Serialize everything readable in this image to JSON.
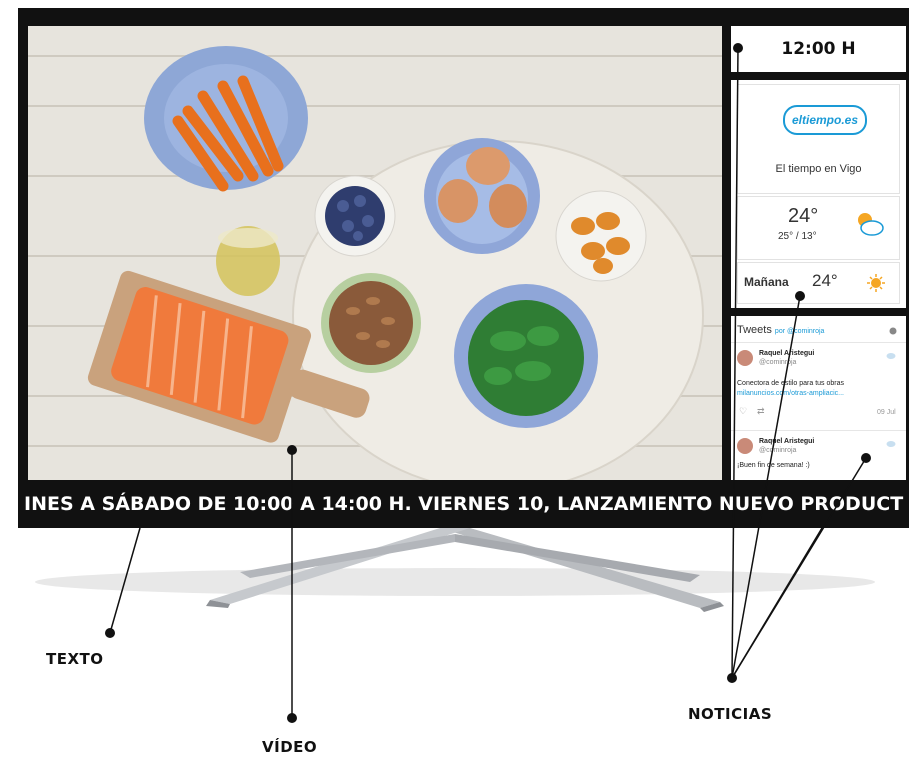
{
  "screen": {
    "clock": "12:00 H",
    "ticker": "INES A SÁBADO DE 10:00 A 14:00 H. VIERNES 10, LANZAMIENTO NUEVO PRODUCT"
  },
  "weather": {
    "logo": "eltiempo.es",
    "city": "El tiempo en Vigo",
    "today_temp": "24°",
    "today_range": "25° / 13°",
    "tomorrow_label": "Mañana",
    "tomorrow_temp": "24°"
  },
  "tweets": {
    "header": "Tweets",
    "header_by": "por @cominroja",
    "items": [
      {
        "author": "Raquel Aristegui",
        "handle": "@cominroja",
        "text": "Conectora de estilo para tus obras",
        "link": "milanuncios.com/otras-ampliacic...",
        "date": "09 Jul"
      },
      {
        "author": "Raquel Aristegui",
        "handle": "@cominroja",
        "text": "¡Buen fin de semana! :)"
      }
    ]
  },
  "labels": {
    "texto": "TEXTO",
    "video": "VÍDEO",
    "noticias": "NOTICIAS"
  },
  "colors": {
    "frame": "#111111",
    "weather_blue": "#1a9ad6",
    "sun": "#f5a623"
  },
  "icons": [
    "partly-cloudy-icon",
    "sun-icon",
    "twitter-bird-icon",
    "info-icon",
    "heart-icon",
    "retweet-icon"
  ]
}
